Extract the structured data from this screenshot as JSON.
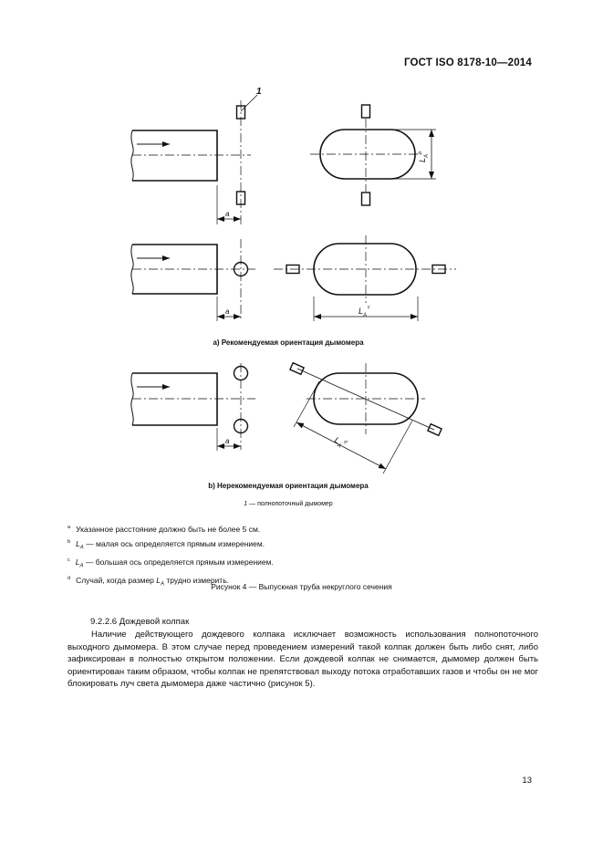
{
  "header": {
    "standard": "ГОСТ  ISO 8178-10—2014"
  },
  "figure": {
    "callout_1": "1",
    "label_a": "a",
    "label_lb": "L",
    "label_lb_sub": "A",
    "label_lb_sup": "b",
    "label_lc": "L",
    "label_lc_sub": "A",
    "label_lc_sup": "c",
    "label_ld": "L",
    "label_ld_sub": "A",
    "label_ld_sup": "d",
    "caption_a": "а) Рекомендуемая ориентация дымомера",
    "caption_b": "b) Нерекомендуемая ориентация дымомера",
    "legend_num": "1",
    "legend_text": " — полнопоточный дымомер"
  },
  "notes": [
    {
      "mark": "a",
      "pre": "",
      "text": "Указанное расстояние должно быть не более 5 см."
    },
    {
      "mark": "b",
      "pre": "L",
      "sub": "A",
      "text": " — малая ось определяется прямым измерением."
    },
    {
      "mark": "c",
      "pre": "L",
      "sub": "A",
      "text": " — большая ось определяется прямым измерением."
    },
    {
      "mark": "d",
      "pre": "",
      "text": "Случай, когда размер ",
      "tail_pre": "L",
      "tail_sub": "A",
      "tail": " трудно измерить."
    }
  ],
  "figure_caption": "Рисунок 4 — Выпускная труба некруглого сечения",
  "section": {
    "heading": "9.2.2.6  Дождевой колпак",
    "paragraph": "Наличие действующего дождевого колпака исключает возможность использования полнопоточного выходного дымомера. В этом случае перед проведением измерений такой колпак должен быть либо снят, либо зафиксирован в полностью открытом положении. Если дождевой колпак не снимается, дымомер должен быть ориентирован таким образом, чтобы колпак не препятствовал выходу потока отработавших газов и чтобы он не мог блокировать луч света дымомера даже частично (рисунок 5)."
  },
  "page_number": "13"
}
